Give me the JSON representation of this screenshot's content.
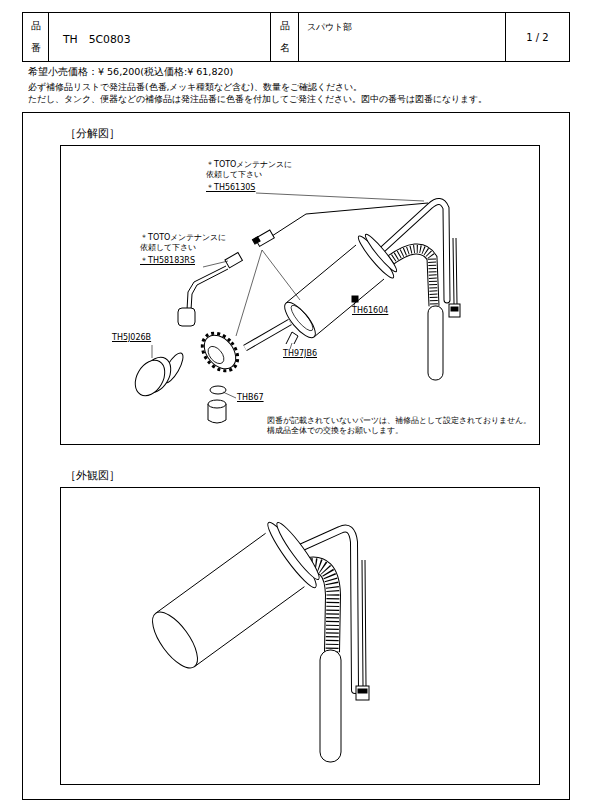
{
  "diagram": {
    "nodes": [
      {
        "text": [
          "品番"
        ]
      },
      {
        "text": [
          "TH　5C0803"
        ]
      },
      {
        "text": [
          "品名"
        ]
      },
      {
        "text": [
          "スパウト部"
        ]
      },
      {
        "text": [
          "1 / 2"
        ]
      },
      {
        "text": [
          "［分解図］",
          "図番が記載されていないパーツは、補修品として設定されておりません。 構成品全体での交換をお願いします。"
        ]
      },
      {
        "text": [
          "［外観図］"
        ]
      }
    ],
    "labels": [
      "希望小売価格：¥ 56,200(税込価格:¥ 61,820)",
      "必ず補修品リストで発注品番(色番,メッキ種類など含む)、数量をご確認ください。",
      "ただし、タンク、便器などの補修品は発注品番に色番を付加してご発注ください。図中の番号は図番になります。",
      "＊TOTOメンテナンスに 依頼して下さい",
      "＊TH56130S",
      "＊TOTOメンテナンスに 依頼して下さい",
      "＊TH58183RS",
      "TH5J026B",
      "TH61604",
      "TH97JB6",
      "THB67"
    ]
  }
}
